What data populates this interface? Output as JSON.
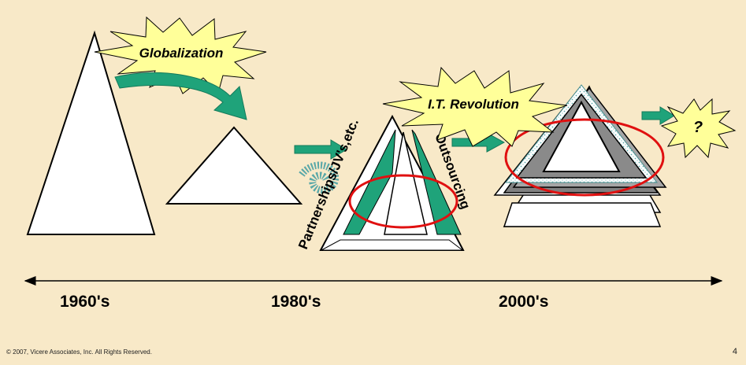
{
  "labels": {
    "globalization": "Globalization",
    "it_revolution": "I.T. Revolution",
    "partnerships": "Partnerships/JV's,etc.",
    "outsourcing": "Outsourcing",
    "question": "?"
  },
  "timeline": {
    "eras": [
      "1960's",
      "1980's",
      "2000's"
    ]
  },
  "footer": {
    "copyright": "© 2007, Vicere Associates, Inc. All Rights Reserved.",
    "page_number": "4"
  },
  "colors": {
    "background": "#f8e9c8",
    "starburst": "#ffff99",
    "arrow_teal": "#1fa37a",
    "green_fill": "#1fa37a",
    "red_ellipse": "#e01010",
    "gray_layers": "#808080"
  }
}
